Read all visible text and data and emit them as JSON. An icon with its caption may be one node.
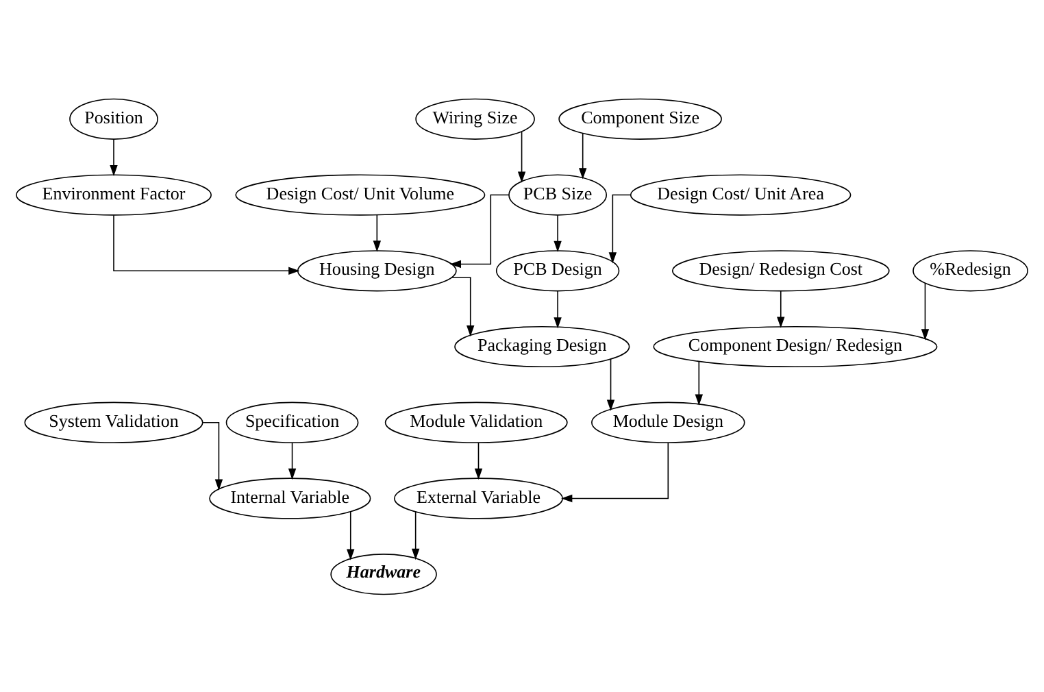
{
  "diagram": {
    "nodes": [
      {
        "text": [
          "System Validation"
        ]
      },
      {
        "text": [
          "Specification"
        ]
      },
      {
        "text": [
          "Internal Variable"
        ]
      },
      {
        "text": [
          "Hardware"
        ]
      },
      {
        "text": [
          "External Variable"
        ]
      },
      {
        "text": [
          "Module Validation"
        ]
      },
      {
        "text": [
          "Module Design"
        ]
      },
      {
        "text": [
          "Packaging Design"
        ]
      },
      {
        "text": [
          "Housing Design"
        ]
      },
      {
        "text": [
          "Environment Factor"
        ]
      },
      {
        "text": [
          "Position"
        ]
      },
      {
        "text": [
          "Design Cost/ Unit Volume"
        ]
      },
      {
        "text": [
          "PCB Design"
        ]
      },
      {
        "text": [
          "PCB Size"
        ]
      },
      {
        "text": [
          "Wiring Size"
        ]
      },
      {
        "text": [
          "Component Size"
        ]
      },
      {
        "text": [
          "Design Cost/ Unit Area"
        ]
      },
      {
        "text": [
          "Component Design/ Redesign"
        ]
      },
      {
        "text": [
          "Design/ Redesign Cost"
        ]
      },
      {
        "text": [
          "%Redesign"
        ]
      }
    ],
    "edges": [
      {
        "from": 0,
        "to": 2,
        "arrow": "to"
      },
      {
        "from": 1,
        "to": 2,
        "arrow": "to"
      },
      {
        "from": 2,
        "to": 3,
        "arrow": "to"
      },
      {
        "from": 4,
        "to": 3,
        "arrow": "to"
      },
      {
        "from": 5,
        "to": 4,
        "arrow": "to"
      },
      {
        "from": 6,
        "to": 4,
        "arrow": "to"
      },
      {
        "from": 7,
        "to": 6,
        "arrow": "to"
      },
      {
        "from": 8,
        "to": 7,
        "arrow": "to"
      },
      {
        "from": 9,
        "to": 8,
        "arrow": "to"
      },
      {
        "from": 10,
        "to": 9,
        "arrow": "to"
      },
      {
        "from": 11,
        "to": 8,
        "arrow": "to"
      },
      {
        "from": 13,
        "to": 8,
        "arrow": "to"
      },
      {
        "from": 12,
        "to": 7,
        "arrow": "to"
      },
      {
        "from": 13,
        "to": 12,
        "arrow": "to"
      },
      {
        "from": 14,
        "to": 13,
        "arrow": "to"
      },
      {
        "from": 15,
        "to": 13,
        "arrow": "to"
      },
      {
        "from": 16,
        "to": 12,
        "arrow": "to"
      },
      {
        "from": 17,
        "to": 6,
        "arrow": "to"
      },
      {
        "from": 18,
        "to": 17,
        "arrow": "to"
      },
      {
        "from": 19,
        "to": 17,
        "arrow": "to"
      }
    ]
  }
}
